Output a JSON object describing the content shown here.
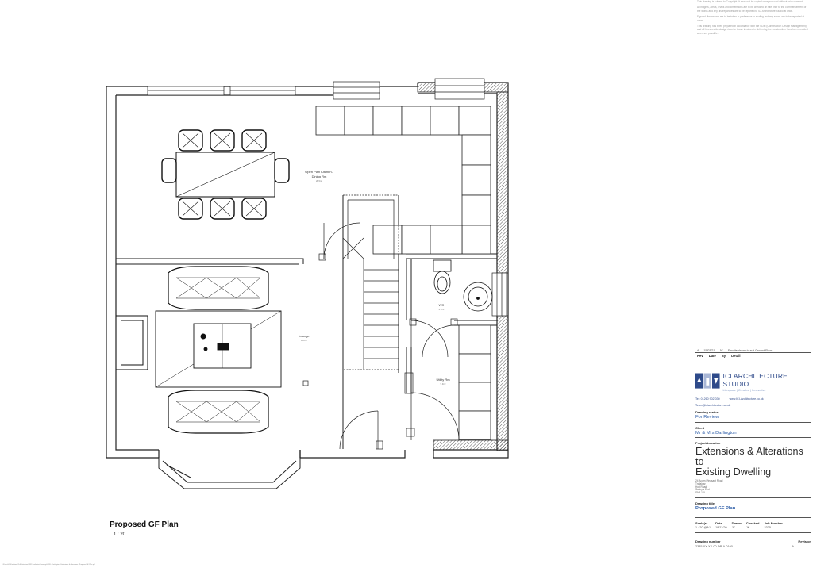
{
  "notes": [
    "This drawing is subject to Copyright. It must not be copied or reproduced without prior consent.",
    "All heights, areas, levels and dimensions are to be checked on site prior to the commencement of the works and any discrepancies are to be reported to ICI Architecture Studio at once.",
    "Figured dimensions are to be taken in preference to scaling and any errors are to be reported at once.",
    "This drawing has been prepared in accordance with the CDM (Construction Design Management) and all foreseeable design risks for those involved in delivering the construction have been avoided wherever possible."
  ],
  "revision": {
    "rev": "A",
    "date": "15/03/21",
    "by": "JC",
    "detail": "Ensuite drawn to suit Ground Floor"
  },
  "revision_headers": {
    "rev": "Rev",
    "date": "Date",
    "by": "By",
    "detail": "Detail"
  },
  "studio": {
    "name": "ICI ARCHITECTURE STUDIO",
    "tagline": "Lifespace | Creative | Innovative",
    "tel": "Tel: 01260 902 030",
    "web": "www.ICI-Architecture.co.uk",
    "email": "Team@iciarchitecture.co.uk",
    "colors": {
      "brand": "#2e4a8a",
      "accent": "#2e5ea8"
    }
  },
  "drawing": {
    "status_label": "Drawing status",
    "status": "For Review",
    "client_label": "Client",
    "client": "Mr & Mrs Darlington",
    "project_label": "Project/Location",
    "project_line1": "Extensions & Alterations to",
    "project_line2": "Existing Dwelling",
    "address": [
      "24 Acorn Pleasant Road",
      "Trafalgar",
      "Holt Road",
      "Saltey's End",
      "SN3 1XL"
    ],
    "title_label": "Drawing title",
    "title": "Proposed GF Plan",
    "scale_label": "Scale(s)",
    "scale": "1 : 20 @A1",
    "date_label": "Date",
    "date": "18/11/20",
    "drawn_label": "Drawn",
    "drawn": "JK",
    "checked_label": "Checked",
    "checked": "JK",
    "job_label": "Job Number",
    "job": "2335",
    "number_label": "Drawing number",
    "number": "2335-XX-XX-00-DR-A-0100",
    "revision_label": "Revision",
    "revision": "A"
  },
  "plan": {
    "title": "Proposed GF Plan",
    "scale": "1 : 20",
    "rooms": {
      "kitchen_line1": "Open Plan Kitchen /",
      "kitchen_line2": "Dining Rm",
      "kitchen_area": "28.5m²",
      "lounge": "Lounge",
      "lounge_area": "19.8m²",
      "wc": "WC",
      "wc_area": "2.1m²",
      "utility": "Utility Rm",
      "utility_area": "5.9m²"
    }
  },
  "footer": "C:\\Users\\ICI\\Dropbox\\ICI Architecture\\2335 Darlington\\Drawings\\2335 - Darlington - Extensions & Alterations - Proposed GF Plan.pdf"
}
